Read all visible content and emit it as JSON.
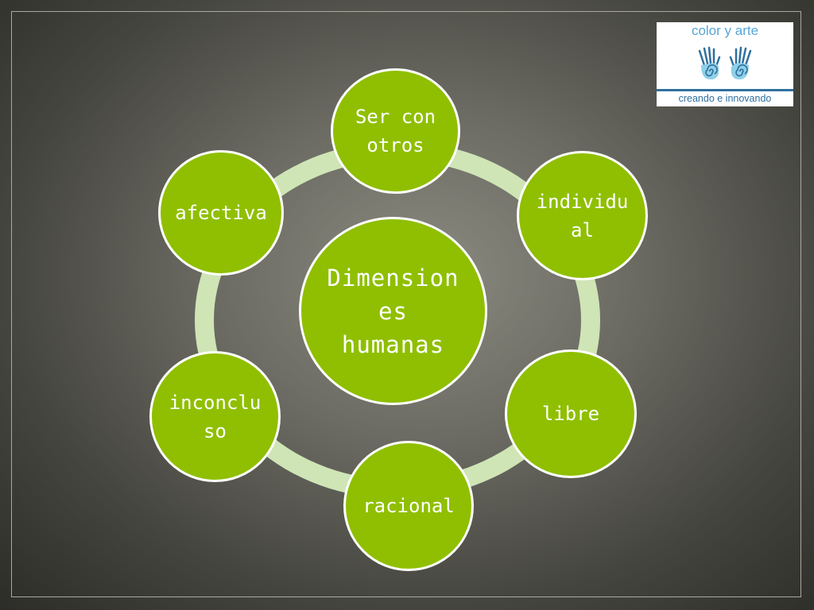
{
  "diagram": {
    "center": "Dimension\nes\nhumanas",
    "nodes": [
      "Ser con\notros",
      "individu\nal",
      "libre",
      "racional",
      "inconclu\nso",
      "afectiva"
    ]
  },
  "logo": {
    "top_text": "color y arte",
    "bottom_text": "creando e innovando",
    "icon": "hands-spiral-icon"
  },
  "colors": {
    "node_fill": "#8fbf00",
    "ring": "#cfe5b6",
    "node_border": "#ffffff",
    "logo_blue": "#2f6f9f"
  }
}
